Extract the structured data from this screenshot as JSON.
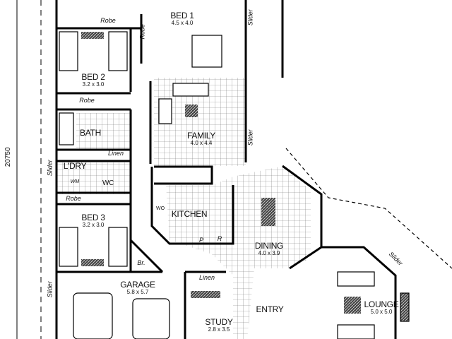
{
  "overall_dimension": "20750",
  "rooms": {
    "bed1": {
      "name": "BED 1",
      "size": "4.5 x 4.0"
    },
    "bed2": {
      "name": "BED 2",
      "size": "3.2 x 3.0"
    },
    "bed3": {
      "name": "BED 3",
      "size": "3.2 x 3.0"
    },
    "bath": {
      "name": "BATH"
    },
    "laundry": {
      "name": "L'DRY"
    },
    "wc": {
      "name": "WC"
    },
    "family": {
      "name": "FAMILY",
      "size": "4.0 x 4.4"
    },
    "kitchen": {
      "name": "KITCHEN"
    },
    "dining": {
      "name": "DINING",
      "size": "4.0 x 3.9"
    },
    "garage": {
      "name": "GARAGE",
      "size": "5.8 x 5.7"
    },
    "study": {
      "name": "STUDY",
      "size": "2.8 x 3.5"
    },
    "entry": {
      "name": "ENTRY"
    },
    "lounge": {
      "name": "LOUNGE",
      "size": "5.0 x 5.0"
    }
  },
  "fixtures": {
    "robe": "Robe",
    "linen": "Linen",
    "slider": "Slider",
    "wm": "WM",
    "wo": "WO",
    "pantry": "P",
    "fridge": "R",
    "broom": "Br."
  }
}
